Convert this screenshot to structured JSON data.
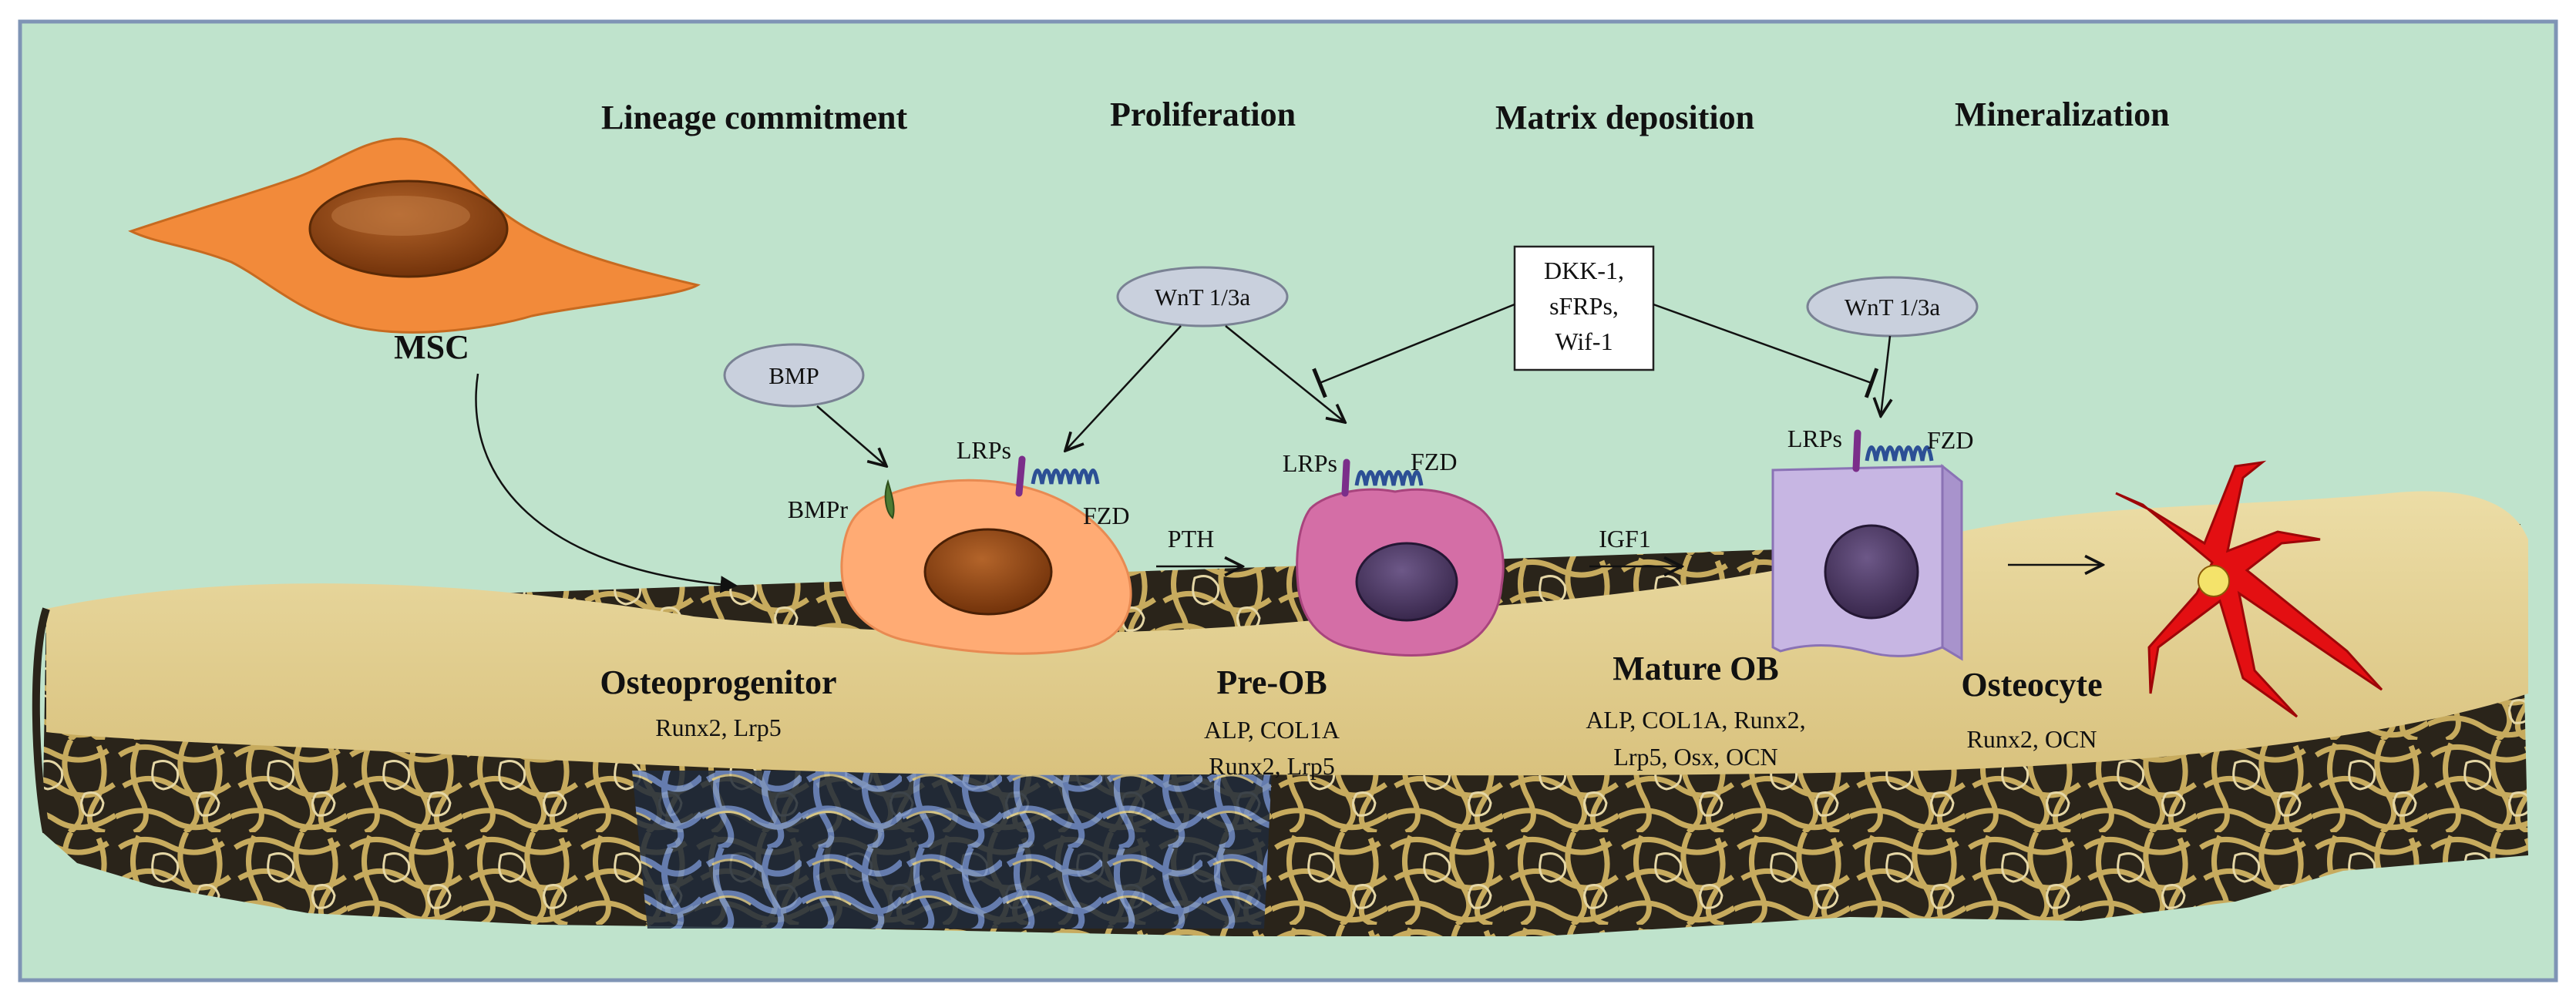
{
  "stages": {
    "lineage": "Lineage commitment",
    "proliferation": "Proliferation",
    "matrix": "Matrix deposition",
    "mineralization": "Mineralization"
  },
  "cells": {
    "msc": "MSC",
    "osteoprogenitor": "Osteoprogenitor",
    "preob": "Pre-OB",
    "matureob": "Mature OB",
    "osteocyte": "Osteocyte"
  },
  "markers": {
    "osteoprogenitor": [
      "Runx2, Lrp5"
    ],
    "preob": [
      "ALP, COL1A",
      "Runx2, Lrp5"
    ],
    "matureob": [
      "ALP, COL1A, Runx2,",
      "Lrp5, Osx, OCN"
    ],
    "osteocyte": [
      "Runx2, OCN"
    ]
  },
  "signals": {
    "bmp": "BMP",
    "wnt_left": "WnT 1/3a",
    "wnt_right": "WnT 1/3a",
    "inhibitors": [
      "DKK-1,",
      "sFRPs,",
      "Wif-1"
    ],
    "pth": "PTH",
    "igf1": "IGF1"
  },
  "receptors": {
    "bmpr": "BMPr",
    "lrps_1": "LRPs",
    "fzd_1": "FZD",
    "lrps_2": "LRPs",
    "fzd_2": "FZD",
    "lrps_3": "LRPs",
    "fzd_3": "FZD"
  },
  "colors": {
    "background": "#bfe3cc",
    "frame": "#7f94b5",
    "bone_surface": "#e6d396",
    "msc": "#f28a3a",
    "osteoprogenitor": "#ffab74",
    "preob": "#d46ea6",
    "matureob": "#c7b6e3",
    "nucleus_brown": "#8e4212",
    "nucleus_purple": "#4e3a64",
    "osteocyte": "#e30f12",
    "signal_ellipse": "#c9d0dd"
  }
}
